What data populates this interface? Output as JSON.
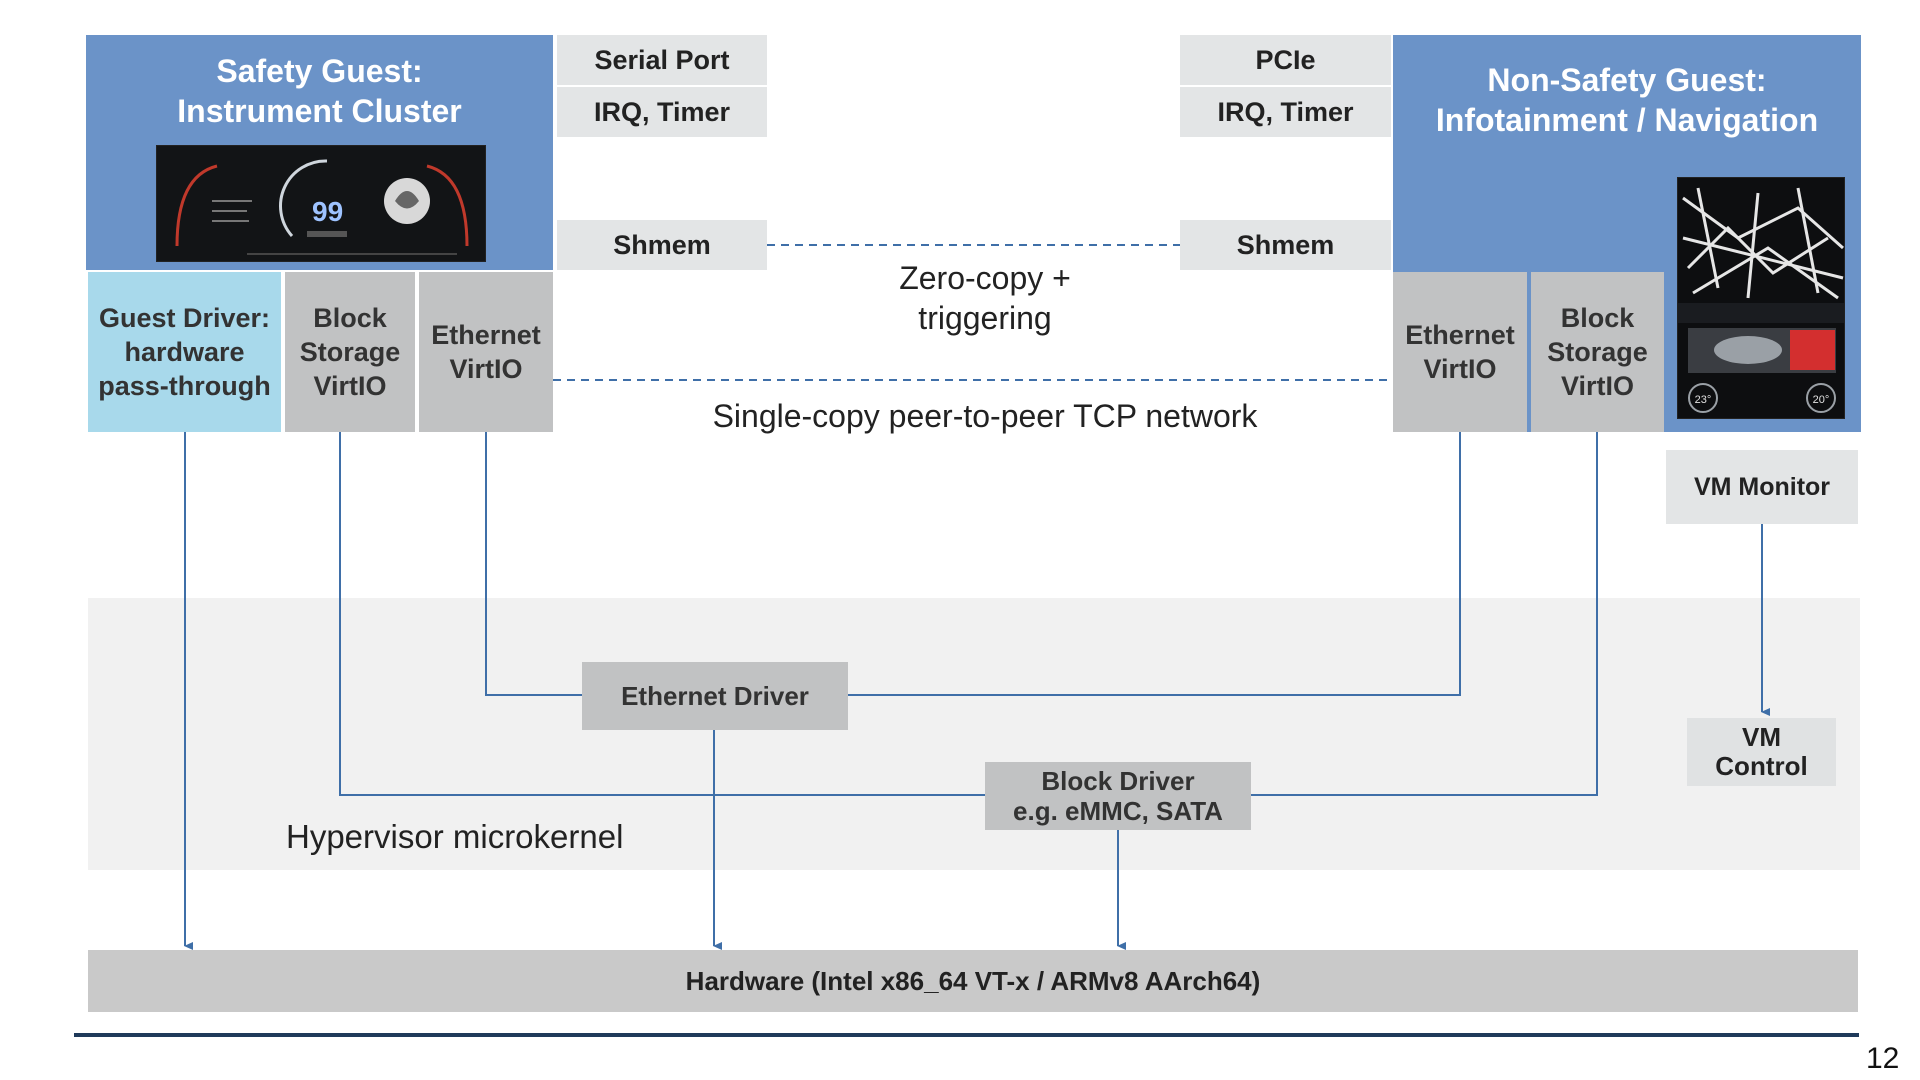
{
  "safety_guest": {
    "title": "Safety Guest:\nInstrument Cluster",
    "interfaces": {
      "serial_port": "Serial Port",
      "irq_timer": "IRQ, Timer",
      "shmem": "Shmem"
    },
    "guest_driver": "Guest Driver:\nhardware\npass-through",
    "block_storage": "Block\nStorage\nVirtIO",
    "ethernet": "Ethernet\nVirtIO",
    "cluster_speed": "99"
  },
  "non_safety_guest": {
    "title": "Non-Safety Guest:\nInfotainment / Navigation",
    "interfaces": {
      "pcie": "PCIe",
      "irq_timer": "IRQ, Timer",
      "shmem": "Shmem"
    },
    "ethernet": "Ethernet\nVirtIO",
    "block_storage": "Block\nStorage\nVirtIO",
    "vm_monitor": "VM Monitor",
    "temp_left": "23°",
    "temp_right": "20°"
  },
  "links": {
    "zero_copy": "Zero-copy +\ntriggering",
    "single_copy": "Single-copy peer-to-peer TCP network"
  },
  "hypervisor": {
    "label": "Hypervisor microkernel",
    "ethernet_driver": "Ethernet Driver",
    "block_driver": "Block Driver\ne.g. eMMC, SATA",
    "vm_control": "VM\nControl"
  },
  "hardware": "Hardware (Intel x86_64 VT-x / ARMv8 AArch64)",
  "page_number": "12",
  "colors": {
    "guest_blue": "#6b93c8",
    "passthrough_blue": "#a8d9eb",
    "connector_blue": "#3f6fa8",
    "divider": "#1f3a5a"
  }
}
